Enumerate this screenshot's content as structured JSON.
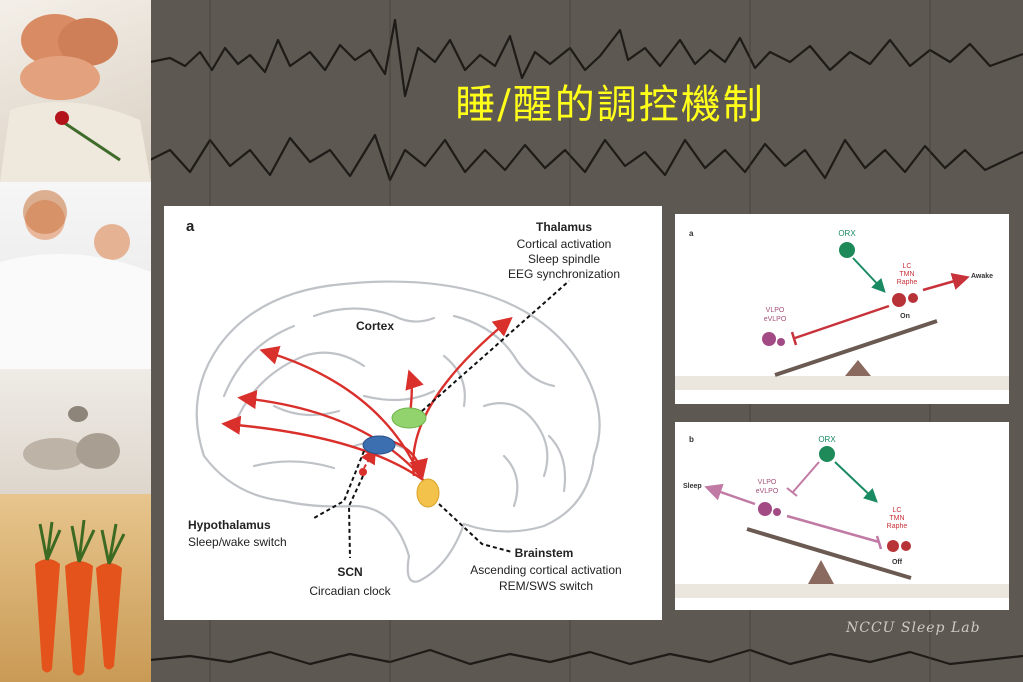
{
  "slide": {
    "title": "睡/醒的調控機制",
    "watermark": "NCCU Sleep Lab"
  },
  "photos": [
    {
      "name": "twin-babies-rose-photo"
    },
    {
      "name": "two-toddlers-bed-photo"
    },
    {
      "name": "sleeping-baby-photo"
    },
    {
      "name": "carrot-babies-photo"
    }
  ],
  "brain_diagram": {
    "panel_label": "a",
    "cortex": "Cortex",
    "thalamus": {
      "title": "Thalamus",
      "lines": [
        "Cortical activation",
        "Sleep spindle",
        "EEG synchronization"
      ]
    },
    "hypothalamus": {
      "title": "Hypothalamus",
      "lines": [
        "Sleep/wake switch"
      ]
    },
    "scn": {
      "title": "SCN",
      "lines": [
        "Circadian clock"
      ]
    },
    "brainstem": {
      "title": "Brainstem",
      "lines": [
        "Ascending cortical activation",
        "REM/SWS switch"
      ]
    },
    "colors": {
      "arrow": "#d9302c",
      "thalamus_node": "#92d36e",
      "hypothalamus_node": "#3b6fb0",
      "brainstem_node": "#f2c24a"
    }
  },
  "seesaw_wake": {
    "panel_label": "a",
    "orx": "ORX",
    "lc": [
      "LC",
      "TMN",
      "Raphe"
    ],
    "vlpo": [
      "VLPO",
      "eVLPO"
    ],
    "state": "Awake",
    "switch": "On"
  },
  "seesaw_sleep": {
    "panel_label": "b",
    "orx": "ORX",
    "lc": [
      "LC",
      "TMN",
      "Raphe"
    ],
    "vlpo": [
      "VLPO",
      "eVLPO"
    ],
    "state": "Sleep",
    "switch": "Off"
  }
}
